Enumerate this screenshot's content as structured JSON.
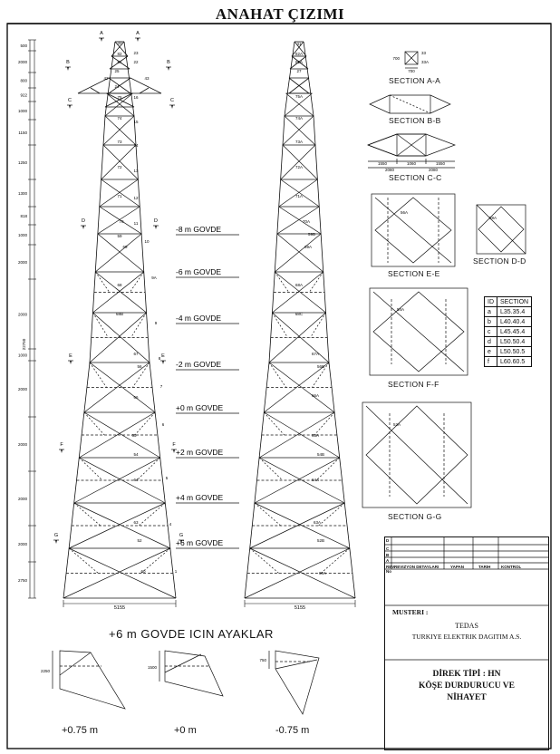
{
  "title": "ANAHAT ÇIZIMI",
  "left_dimensions": [
    "500",
    "2000",
    "800",
    "922",
    "1000",
    "1150",
    "1250",
    "1300",
    "818",
    "1000",
    "2000",
    "2000",
    "1000",
    "2000",
    "2000",
    "2000",
    "2000",
    "2750"
  ],
  "total_height": "22750",
  "section_markers": [
    "A",
    "A",
    "B",
    "B",
    "C",
    "C",
    "D",
    "D",
    "E",
    "E",
    "F",
    "F",
    "G",
    "G"
  ],
  "body_labels": [
    {
      "text": "-8 m GOVDE"
    },
    {
      "text": "-6 m GOVDE"
    },
    {
      "text": "-4 m GOVDE"
    },
    {
      "text": "-2 m GOVDE"
    },
    {
      "text": "+0 m GOVDE"
    },
    {
      "text": "+2 m GOVDE"
    },
    {
      "text": "+4 m GOVDE"
    },
    {
      "text": "+6 m GOVDE"
    }
  ],
  "left_tower_ids": [
    "32",
    "23",
    "82",
    "81",
    "22",
    "42",
    "43",
    "25",
    "24",
    "75",
    "16",
    "74",
    "15",
    "73",
    "14",
    "72",
    "13",
    "71",
    "12",
    "70",
    "11",
    "59",
    "10",
    "69",
    "9A",
    "68",
    "68B",
    "9",
    "67",
    "56",
    "8",
    "66",
    "7",
    "65",
    "6",
    "54",
    "64",
    "5",
    "63",
    "4",
    "52",
    "60",
    "1"
  ],
  "right_tower_ids": [
    "31",
    "82A",
    "81A",
    "27",
    "75A",
    "74A",
    "73A",
    "72A",
    "71A",
    "70A",
    "59B",
    "69A",
    "68A",
    "68C",
    "67A",
    "56B",
    "66A",
    "65A",
    "54B",
    "64A",
    "63A",
    "52B",
    "60A"
  ],
  "base_width": "5155",
  "sections": [
    {
      "id": "A-A",
      "label": "SECTION A-A",
      "dims": [
        "700",
        "33",
        "33A",
        "700"
      ]
    },
    {
      "id": "B-B",
      "label": "SECTION B-B",
      "dims": []
    },
    {
      "id": "C-C",
      "label": "SECTION C-C",
      "dims": [
        "1550",
        "1060",
        "1550",
        "2080",
        "2080"
      ]
    },
    {
      "id": "E-E",
      "label": "SECTION E-E",
      "member": "56A"
    },
    {
      "id": "D-D",
      "label": "SECTION D-D",
      "member": "59A"
    },
    {
      "id": "F-F",
      "label": "SECTION F-F",
      "member": "54A"
    },
    {
      "id": "G-G",
      "label": "SECTION G-G",
      "member": "52A"
    }
  ],
  "section_table": {
    "headers": [
      "ID",
      "SECTION"
    ],
    "rows": [
      [
        "a",
        "L35.35.4"
      ],
      [
        "b",
        "L40.40.4"
      ],
      [
        "c",
        "L45.45.4"
      ],
      [
        "d",
        "L50.50.4"
      ],
      [
        "e",
        "L50.50.5"
      ],
      [
        "f",
        "L60.60.5"
      ]
    ]
  },
  "feet": {
    "title": "+6 m GOVDE ICIN AYAKLAR",
    "items": [
      {
        "label": "+0.75 m",
        "dim": "2250"
      },
      {
        "label": "+0 m",
        "dim": "1500"
      },
      {
        "label": "-0.75 m",
        "dim": "750"
      }
    ]
  },
  "title_block": {
    "revision_columns": [
      "REVIZYON DETAYLARI",
      "YAPAN",
      "TARIH",
      "KONTROL"
    ],
    "revision_rows": [
      "D",
      "C",
      "B",
      "A"
    ],
    "rev_no": "REV. No",
    "customer_label": "MUSTERI :",
    "customer": "TEDAS",
    "company": "TURKIYE ELEKTRIK DAGITIM A.S.",
    "tower_type_line1": "DİREK TİPİ : HN",
    "tower_type_line2": "KÖŞE DURDURUCU VE",
    "tower_type_line3": "NİHAYET"
  }
}
